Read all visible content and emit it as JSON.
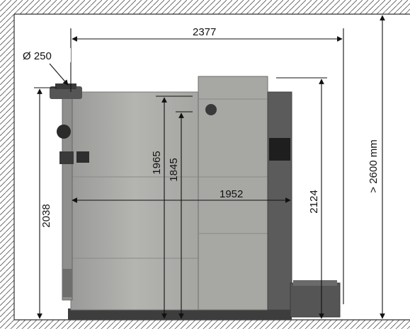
{
  "diagram": {
    "flue_label": "Ø 250",
    "dimensions": {
      "overall_length": "2377",
      "flue_height": "2038",
      "height_1965": "1965",
      "height_1845": "1845",
      "body_length": "1952",
      "hopper_height": "2124",
      "room_height": "> 2600 mm"
    }
  }
}
